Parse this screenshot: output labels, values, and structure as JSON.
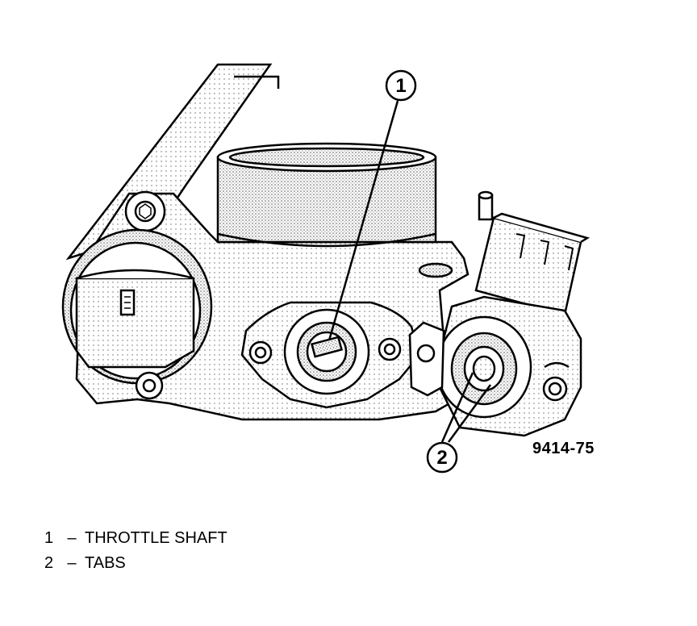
{
  "figure": {
    "id_label": "9414-75",
    "callouts": [
      {
        "number": "1"
      },
      {
        "number": "2"
      }
    ]
  },
  "legend": {
    "items": [
      {
        "number": "1",
        "separator": "–",
        "label": "THROTTLE SHAFT"
      },
      {
        "number": "2",
        "separator": "–",
        "label": "TABS"
      }
    ]
  }
}
